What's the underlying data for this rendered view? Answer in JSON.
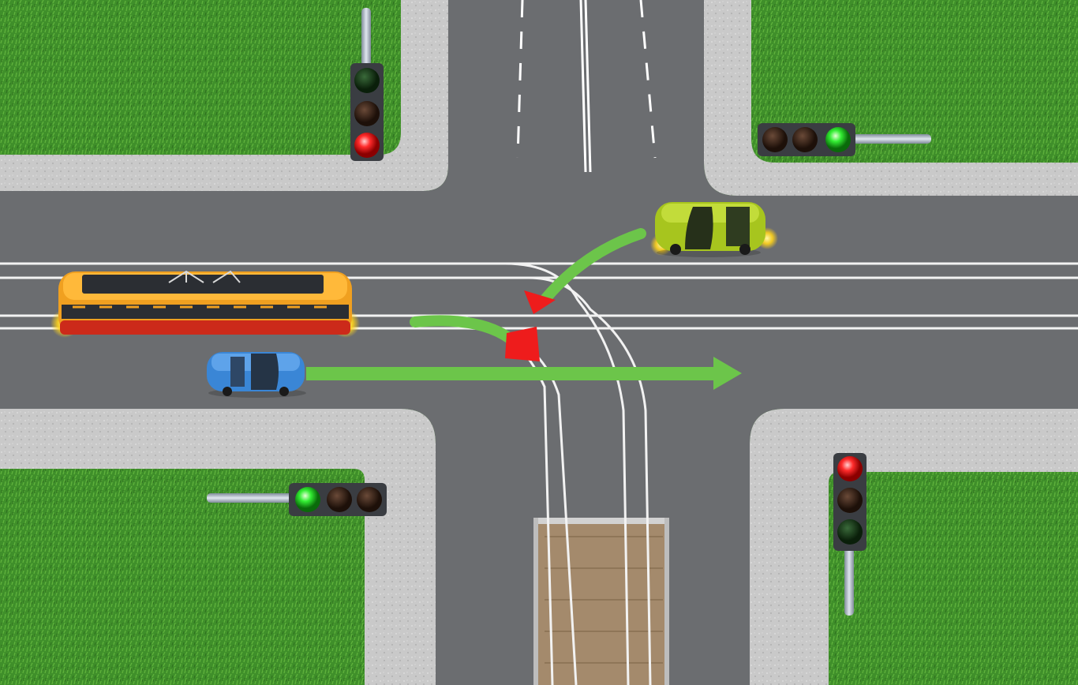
{
  "scene": {
    "colors": {
      "grass": "#3f8f2a",
      "asphalt": "#6b6d70",
      "sidewalk": "#c9c9c9",
      "marking": "#ffffff",
      "tram_body": "#f0a020",
      "tram_stripe": "#cc2a1a",
      "blue_car": "#3a86d6",
      "green_car": "#a7c51e",
      "arrow_green": "#6cc54a",
      "arrow_red": "#ee1c1c",
      "platform": "#a48a6c",
      "signal_red": "#ff2b2b",
      "signal_green": "#33ee33",
      "signal_off": "#3a2418"
    },
    "traffic_lights": [
      {
        "id": "north-west",
        "lit": "red",
        "orientation": "vertical"
      },
      {
        "id": "north-east",
        "lit": "green",
        "orientation": "horizontal"
      },
      {
        "id": "south-west",
        "lit": "green",
        "orientation": "horizontal"
      },
      {
        "id": "south-east",
        "lit": "red",
        "orientation": "vertical"
      }
    ],
    "vehicles": [
      {
        "id": "tram",
        "type": "tram",
        "heading": "east"
      },
      {
        "id": "blue-car",
        "type": "car",
        "heading": "east",
        "maneuver": "straight"
      },
      {
        "id": "green-car",
        "type": "car",
        "heading": "west",
        "maneuver": "left-turn"
      }
    ]
  }
}
